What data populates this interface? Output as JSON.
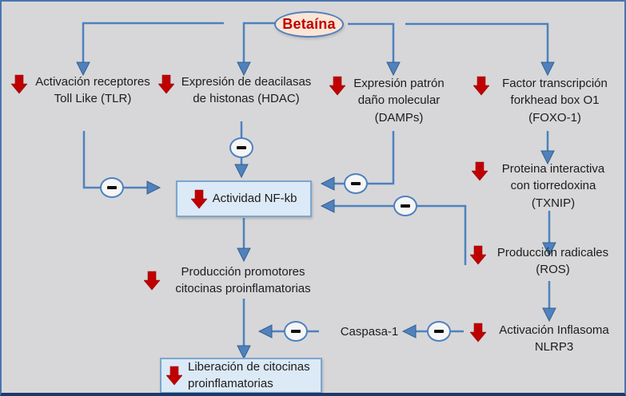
{
  "title": "Betaína",
  "colors": {
    "background": "#d7d7d9",
    "connector_blue": "#4f81bd",
    "decrease_red": "#c00000",
    "box_fill": "#dce9f6",
    "box_border": "#7ca6ce",
    "title_fill": "#fbe5d6",
    "frame_border": "#4a76ad",
    "frame_bottom": "#1c3a66"
  },
  "icons": {
    "decrease": "red-down-arrow-icon",
    "inhibition": "minus-circle-icon"
  },
  "nodes": {
    "tlr": {
      "label": "Activación receptores Toll Like (TLR)"
    },
    "hdac": {
      "label": "Expresión de deacilasas de histonas (HDAC)"
    },
    "damps": {
      "label": "Expresión patrón daño molecular (DAMPs)"
    },
    "foxo1": {
      "label": "Factor transcripción forkhead box O1 (FOXO-1)"
    },
    "nfkb": {
      "label": "Actividad NF-kb"
    },
    "promoters": {
      "label": "Producción promotores citocinas proinflamatorias"
    },
    "release": {
      "label": "Liberación de citocinas proinflamatorias"
    },
    "txnip": {
      "label": "Proteina interactiva con tiorredoxina (TXNIP)"
    },
    "ros": {
      "label": "Producción radicales (ROS)"
    },
    "nlrp3": {
      "label": "Activación Inflasoma NLRP3"
    },
    "caspase1": {
      "label": "Caspasa-1"
    }
  },
  "edges": [
    {
      "from": "betaina",
      "to": "tlr",
      "type": "arrow"
    },
    {
      "from": "betaina",
      "to": "hdac",
      "type": "arrow"
    },
    {
      "from": "betaina",
      "to": "damps",
      "type": "arrow"
    },
    {
      "from": "betaina",
      "to": "foxo1",
      "type": "arrow"
    },
    {
      "from": "tlr",
      "to": "nfkb",
      "type": "inhibition"
    },
    {
      "from": "hdac",
      "to": "nfkb",
      "type": "inhibition"
    },
    {
      "from": "damps",
      "to": "nfkb",
      "type": "inhibition"
    },
    {
      "from": "ros",
      "to": "nfkb",
      "type": "inhibition"
    },
    {
      "from": "nfkb",
      "to": "promoters",
      "type": "arrow"
    },
    {
      "from": "promoters",
      "to": "release",
      "type": "arrow"
    },
    {
      "from": "foxo1",
      "to": "txnip",
      "type": "arrow"
    },
    {
      "from": "txnip",
      "to": "ros",
      "type": "arrow"
    },
    {
      "from": "ros",
      "to": "nlrp3",
      "type": "arrow"
    },
    {
      "from": "nlrp3",
      "to": "caspase1",
      "type": "inhibition"
    },
    {
      "from": "caspase1",
      "to": "release",
      "type": "inhibition"
    }
  ]
}
